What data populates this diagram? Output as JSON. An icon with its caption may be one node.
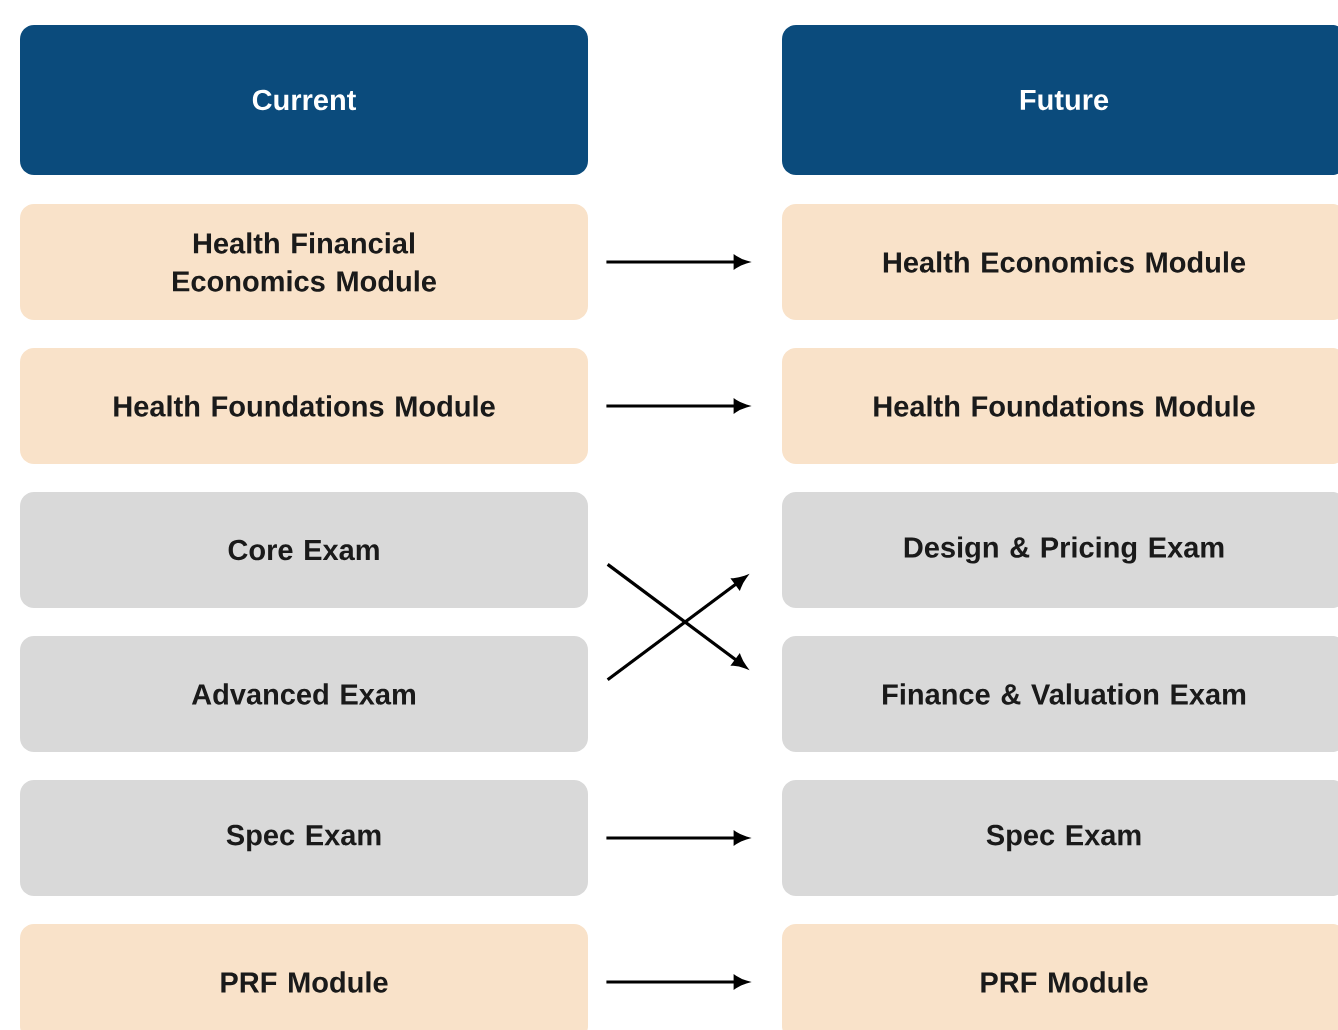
{
  "diagram": {
    "nodes": [
      {
        "text": [
          "Current"
        ]
      },
      {
        "text": [
          "Future"
        ]
      },
      {
        "text": [
          "Health Financial Economics Module"
        ]
      },
      {
        "text": [
          "Health Economics Module"
        ]
      },
      {
        "text": [
          "Health Foundations Module"
        ]
      },
      {
        "text": [
          "Health Foundations Module"
        ]
      },
      {
        "text": [
          "Core Exam"
        ]
      },
      {
        "text": [
          "Design & Pricing Exam"
        ]
      },
      {
        "text": [
          "Advanced Exam"
        ]
      },
      {
        "text": [
          "Finance & Valuation Exam"
        ]
      },
      {
        "text": [
          "Spec Exam"
        ]
      },
      {
        "text": [
          "Spec Exam"
        ]
      },
      {
        "text": [
          "PRF Module"
        ]
      },
      {
        "text": [
          "PRF Module"
        ]
      }
    ],
    "edges": [
      {
        "from": 2,
        "to": 3,
        "arrow": "to"
      },
      {
        "from": 4,
        "to": 5,
        "arrow": "to"
      },
      {
        "from": 6,
        "to": 9,
        "arrow": "to"
      },
      {
        "from": 8,
        "to": 7,
        "arrow": "to"
      },
      {
        "from": 10,
        "to": 11,
        "arrow": "to"
      },
      {
        "from": 12,
        "to": 13,
        "arrow": "to"
      }
    ]
  }
}
